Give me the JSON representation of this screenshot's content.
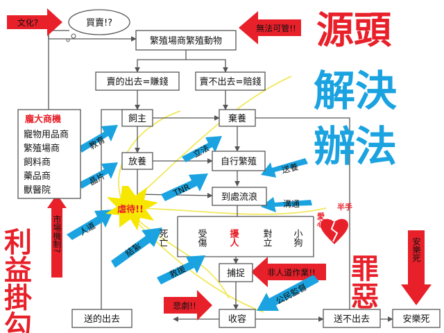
{
  "colors": {
    "red": "#e8202a",
    "blue": "#1aa3e0",
    "yellow": "#f7e600",
    "line": "#555555",
    "text": "#111111",
    "heart": "#e8202a"
  },
  "boxes": {
    "farm": "繁殖場商繁殖動物",
    "sold": "賣的出去=賺錢",
    "unsold": "賣不出去=賠錢",
    "keeper": "飼主",
    "abandon": "棄養",
    "release": "放養",
    "self_breed": "自行繁殖",
    "stray": "到處流浪",
    "catch": "捕捉",
    "shelter": "收容",
    "sent_out": "送的出去",
    "not_sent": "送不出去",
    "euthanasia": "安樂死",
    "big_business_title": "龐大商機",
    "big_business_items": [
      "寵物用品商",
      "繁殖場商",
      "飼料商",
      "藥品商",
      "獸醫院"
    ]
  },
  "bubble": {
    "text": "買賣!?"
  },
  "outcomes": [
    "死亡",
    "受傷",
    "擾人",
    "對立",
    "小狗"
  ],
  "burst": "虐待!!",
  "heart_label": "愛心",
  "half_label": "半手",
  "big_text": {
    "source": "源頭",
    "solve": "解決",
    "method": "辦法",
    "sin": "罪惡",
    "profit": "利益掛勾"
  },
  "red_arrows": {
    "culture": "文化?",
    "no_law": "無法可管!!",
    "market": "市場機制?",
    "inhuman": "非人道作業!!",
    "tragedy": "悲劇!!",
    "euth": "安樂死"
  },
  "blue_arrows": {
    "education": "教育",
    "legislation": "立法",
    "microchip": "晶片",
    "tnr": "TNR",
    "adopt": "送養",
    "communicate": "溝通",
    "humane": "人道",
    "neuter": "結紮",
    "rescue": "救援",
    "citizen": "公民監督"
  }
}
